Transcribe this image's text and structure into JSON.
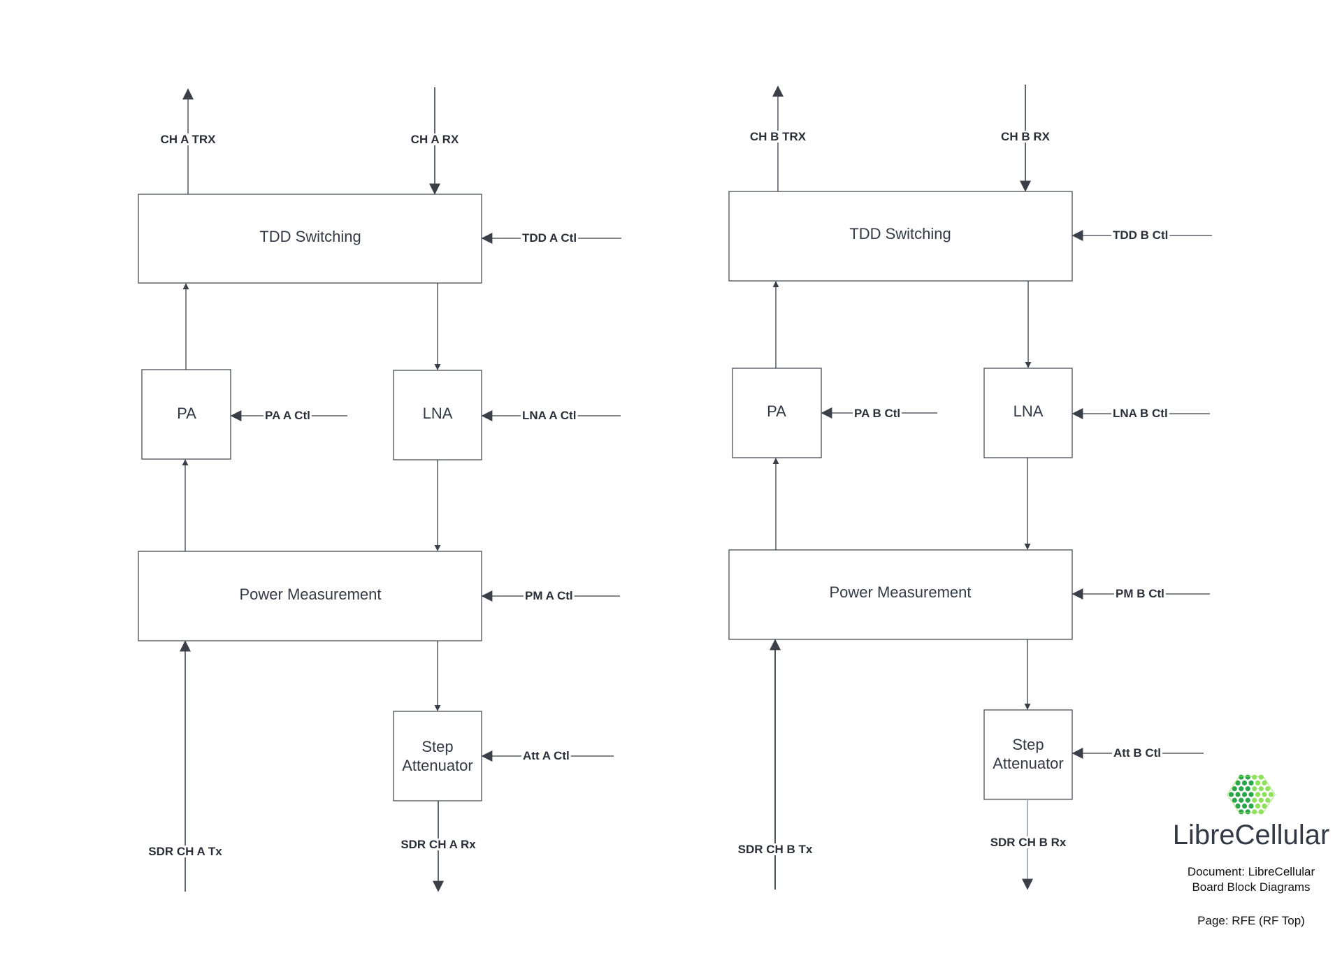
{
  "colors": {
    "line": "#3a3f48",
    "box_stroke": "#4a4f57",
    "text": "#333a45",
    "logo_green_dark": "#2aa64a",
    "logo_green_light": "#8fe05a"
  },
  "channel_a": {
    "tdd_switching": "TDD Switching",
    "pa": "PA",
    "lna": "LNA",
    "power_measurement": "Power Measurement",
    "step_attenuator_line1": "Step",
    "step_attenuator_line2": "Attenuator",
    "ch_trx": "CH A TRX",
    "ch_rx": "CH A RX",
    "tdd_ctl": "TDD A Ctl",
    "pa_ctl": "PA A Ctl",
    "lna_ctl": "LNA A Ctl",
    "pm_ctl": "PM A Ctl",
    "att_ctl": "Att A Ctl",
    "sdr_tx": "SDR CH A Tx",
    "sdr_rx": "SDR CH A Rx"
  },
  "channel_b": {
    "tdd_switching": "TDD Switching",
    "pa": "PA",
    "lna": "LNA",
    "power_measurement": "Power Measurement",
    "step_attenuator_line1": "Step",
    "step_attenuator_line2": "Attenuator",
    "ch_trx": "CH B TRX",
    "ch_rx": "CH B RX",
    "tdd_ctl": "TDD B Ctl",
    "pa_ctl": "PA B Ctl",
    "lna_ctl": "LNA B Ctl",
    "pm_ctl": "PM B Ctl",
    "att_ctl": "Att B Ctl",
    "sdr_tx": "SDR CH B Tx",
    "sdr_rx": "SDR CH B Rx"
  },
  "logo": {
    "name": "LibreCellular",
    "icon": "hexagon-dots-icon"
  },
  "document": {
    "line1": "Document: LibreCellular",
    "line2": "Board Block Diagrams",
    "page": "Page: RFE (RF Top)"
  }
}
